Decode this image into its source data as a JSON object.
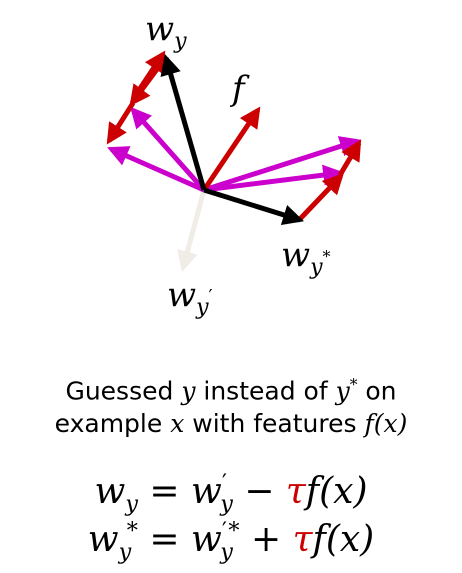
{
  "diagram": {
    "labels": {
      "w_y": {
        "base": "w",
        "sub": "y",
        "sub_sup": ""
      },
      "f": "f",
      "w_ystar": {
        "base": "w",
        "sub": "y",
        "sub_sup": "*"
      },
      "w_yprime": {
        "base": "w",
        "sub": "y",
        "sub_sup": "′"
      }
    },
    "colors": {
      "weight_vector": "#000000",
      "update_step": "#cc0000",
      "feature_vector": "#cc0000",
      "result_vector": "#cc00cc",
      "other_class_vector": "#efede5"
    }
  },
  "caption": {
    "line1": {
      "t1": "Guessed ",
      "m1": "y",
      "t2": " instead of ",
      "m2": "y",
      "m2_sup": "*",
      "t3": " on"
    },
    "line2": {
      "t1": "example ",
      "m1": "x",
      "t2": " with features ",
      "m2": "f(x)"
    }
  },
  "equations": {
    "eq1": {
      "lhs": "w",
      "lhs_sub": "y",
      "lhs_sub_sup": "",
      "eq": " = ",
      "rhs_w": "w",
      "rhs_prime": "′",
      "rhs_sub": "y",
      "rhs_sub_sup": "",
      "op": " − ",
      "tau": "τ",
      "fx": "f(x)"
    },
    "eq2": {
      "lhs": "w",
      "lhs_sub": "y",
      "lhs_sub_sup": "*",
      "eq": " = ",
      "rhs_w": "w",
      "rhs_prime": "′",
      "rhs_sub": "y",
      "rhs_sub_sup": "*",
      "op": " + ",
      "tau": "τ",
      "fx": "f(x)"
    }
  }
}
